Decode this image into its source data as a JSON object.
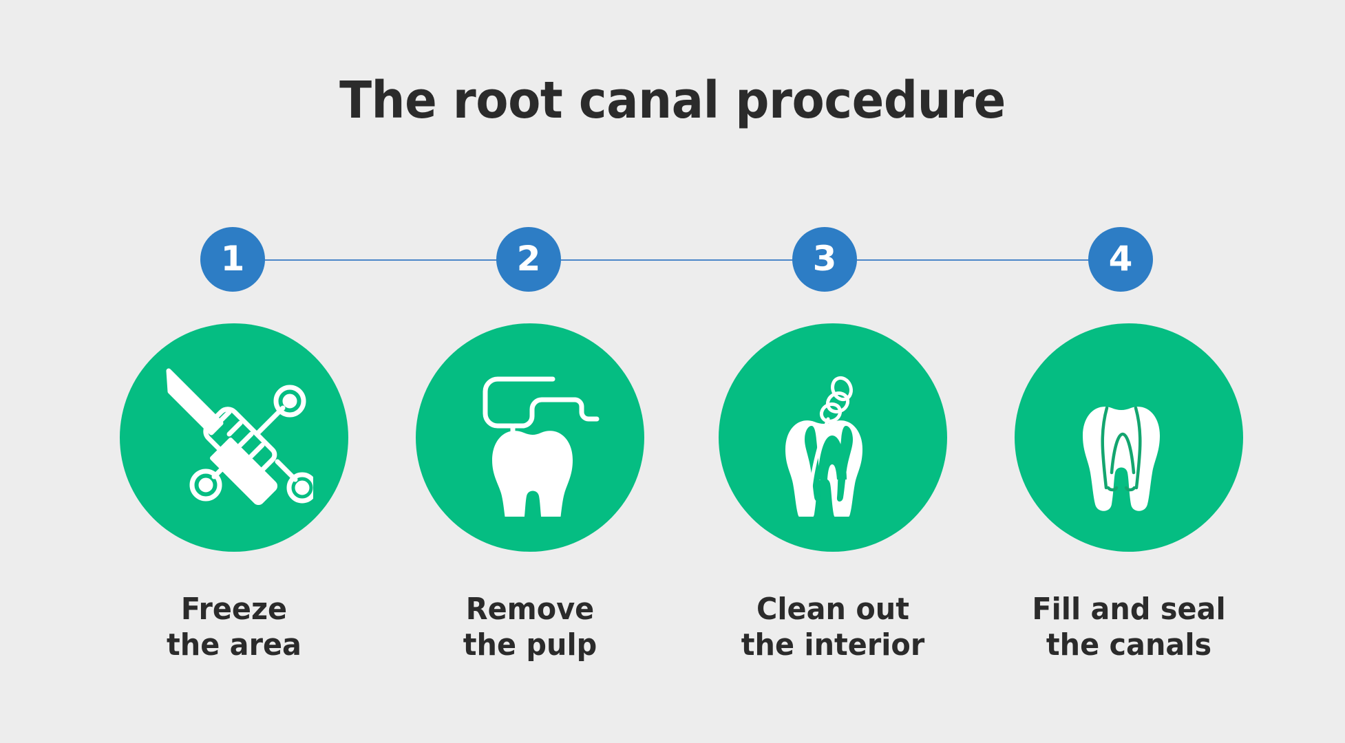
{
  "meta": {
    "background_color": "#ededed",
    "accent_green": "#05bd82",
    "accent_blue": "#2d7dc5",
    "line_blue": "#4a86c8",
    "text_color": "#2b2b2b",
    "icon_color": "#ffffff"
  },
  "header": {
    "title": "The root canal procedure"
  },
  "timeline": {
    "bullets": [
      {
        "number": "1"
      },
      {
        "number": "2"
      },
      {
        "number": "3"
      },
      {
        "number": "4"
      }
    ]
  },
  "steps": [
    {
      "number": "1",
      "icon": "syringe-icon",
      "caption_line1": "Freeze",
      "caption_line2": "the area"
    },
    {
      "number": "2",
      "icon": "tooth-with-drill-icon",
      "caption_line1": "Remove",
      "caption_line2": "the pulp"
    },
    {
      "number": "3",
      "icon": "tooth-cross-section-with-file-icon",
      "caption_line1": "Clean out",
      "caption_line2": "the interior"
    },
    {
      "number": "4",
      "icon": "tooth-sealed-canals-icon",
      "caption_line1": "Fill and seal",
      "caption_line2": "the canals"
    }
  ]
}
